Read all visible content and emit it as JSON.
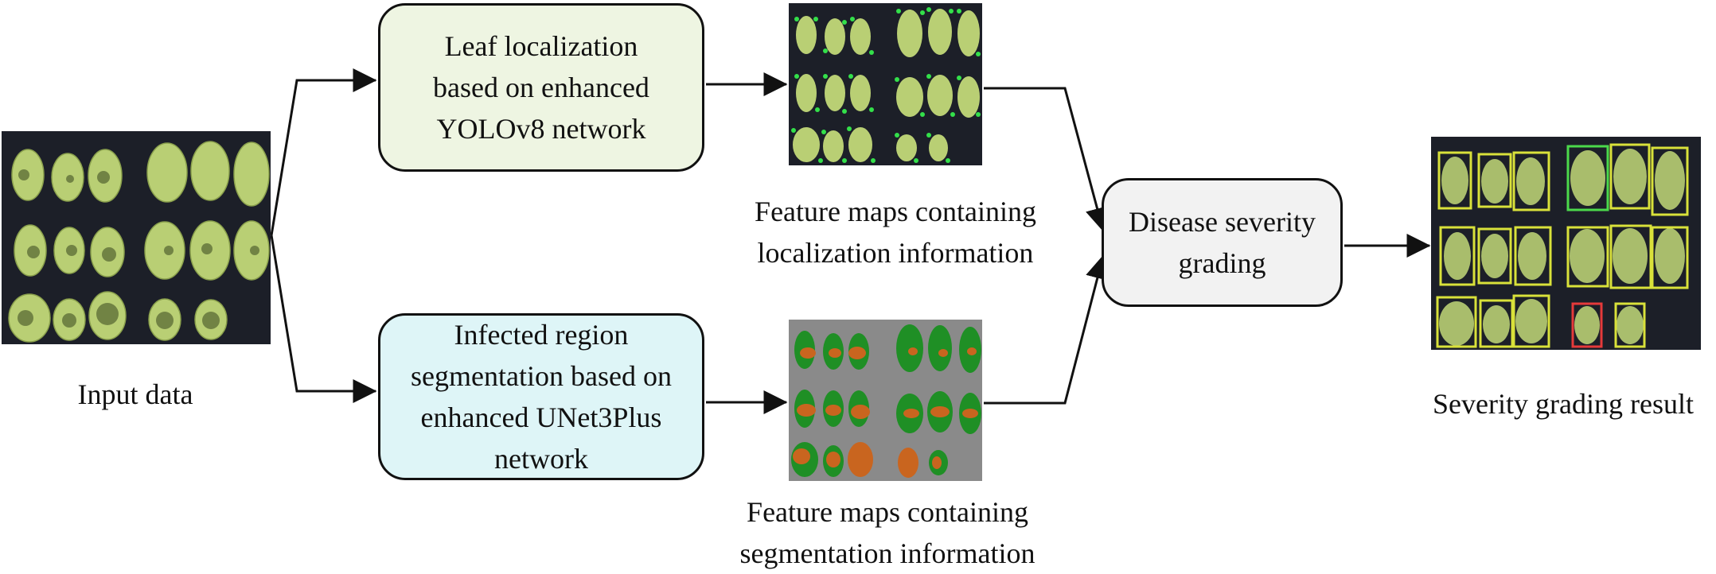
{
  "boxes": {
    "localization": {
      "lines": [
        "Leaf localization",
        "based on enhanced",
        "YOLOv8 network"
      ],
      "fill": "#eef5e2"
    },
    "segmentation": {
      "lines": [
        "Infected region",
        "segmentation based on",
        "enhanced UNet3Plus",
        "network"
      ],
      "fill": "#def5f7"
    },
    "grading": {
      "lines": [
        "Disease severity",
        "grading"
      ],
      "fill": "#f2f2f2"
    }
  },
  "captions": {
    "input": [
      "Input data"
    ],
    "localization_maps": [
      "Feature maps containing",
      "localization information"
    ],
    "segmentation_maps": [
      "Feature maps containing",
      "segmentation information"
    ],
    "result": [
      "Severity grading result"
    ]
  },
  "images": {
    "input": "input-leaves-photo",
    "localization_maps": "yolo-keypoint-feature-maps",
    "segmentation_maps": "segmentation-mask-feature-maps",
    "result": "bounding-box-grading-result"
  },
  "colors": {
    "leaf": "#b9cf74",
    "background_dark": "#1c1f28",
    "keypoint": "#33e04a",
    "mask_leaf": "#1f8f25",
    "mask_lesion": "#c9651f",
    "mask_bg": "#8a8a8a",
    "box_yellow": "#d9e13a",
    "box_green": "#4bd94b",
    "box_red": "#e53a3a"
  }
}
